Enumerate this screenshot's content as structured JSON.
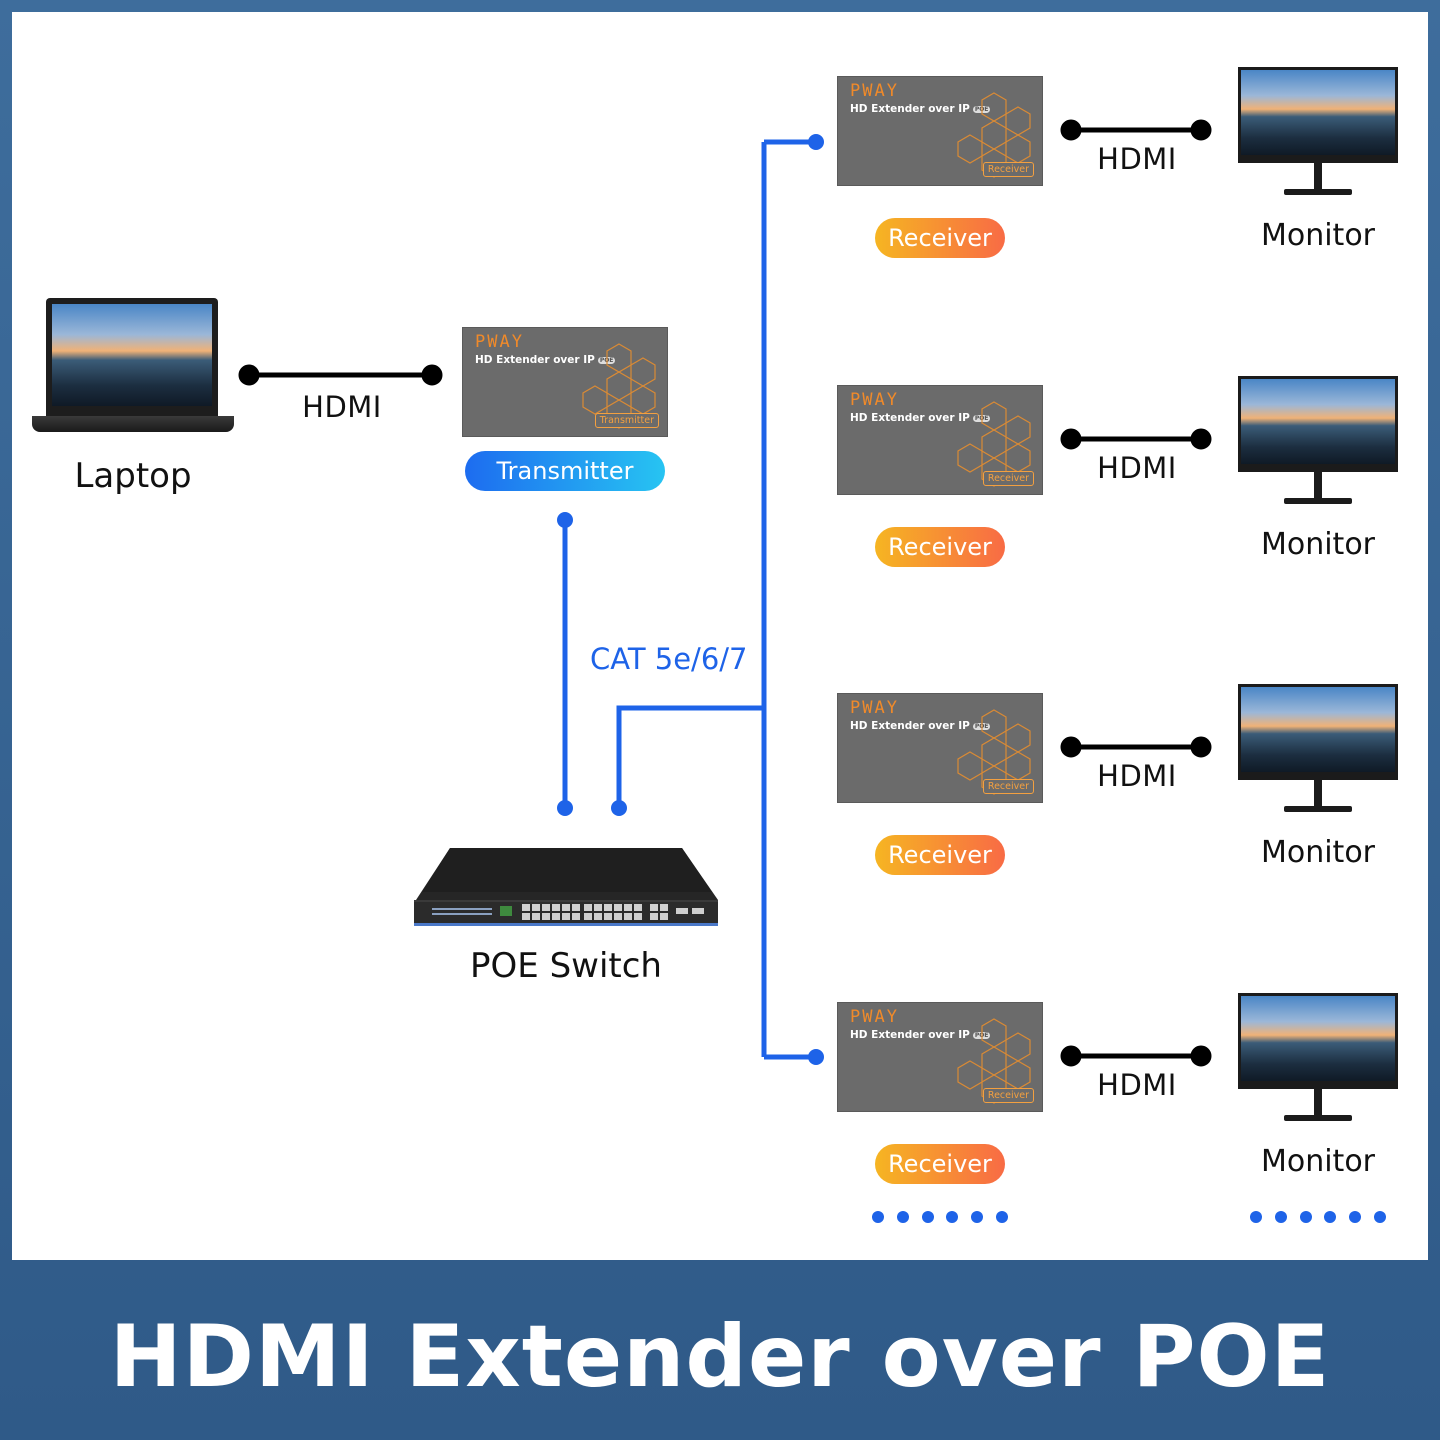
{
  "title": "HDMI Extender over POE",
  "source": {
    "label": "Laptop"
  },
  "laptop_link": {
    "label": "HDMI"
  },
  "transmitter": {
    "brand": "PWAY",
    "model": "HD Extender over IP",
    "model_badge": "POE",
    "tag": "Transmitter",
    "pill": "Transmitter"
  },
  "cable": {
    "label": "CAT 5e/6/7"
  },
  "switch": {
    "label": "POE Switch"
  },
  "receivers": [
    {
      "brand": "PWAY",
      "model": "HD Extender over IP",
      "model_badge": "POE",
      "tag": "Receiver",
      "pill": "Receiver",
      "link_label": "HDMI",
      "monitor_label": "Monitor"
    },
    {
      "brand": "PWAY",
      "model": "HD Extender over IP",
      "model_badge": "POE",
      "tag": "Receiver",
      "pill": "Receiver",
      "link_label": "HDMI",
      "monitor_label": "Monitor"
    },
    {
      "brand": "PWAY",
      "model": "HD Extender over IP",
      "model_badge": "POE",
      "tag": "Receiver",
      "pill": "Receiver",
      "link_label": "HDMI",
      "monitor_label": "Monitor"
    },
    {
      "brand": "PWAY",
      "model": "HD Extender over IP",
      "model_badge": "POE",
      "tag": "Receiver",
      "pill": "Receiver",
      "link_label": "HDMI",
      "monitor_label": "Monitor"
    }
  ],
  "colors": {
    "network_line": "#1e63e8",
    "hdmi_line": "#000000",
    "brand_orange": "#f08a2a",
    "device_body": "#6b6b6b",
    "background": "#2f5a88"
  },
  "icons": [
    "laptop-icon",
    "extender-box-icon",
    "poe-switch-icon",
    "monitor-icon",
    "more-dots-icon"
  ]
}
